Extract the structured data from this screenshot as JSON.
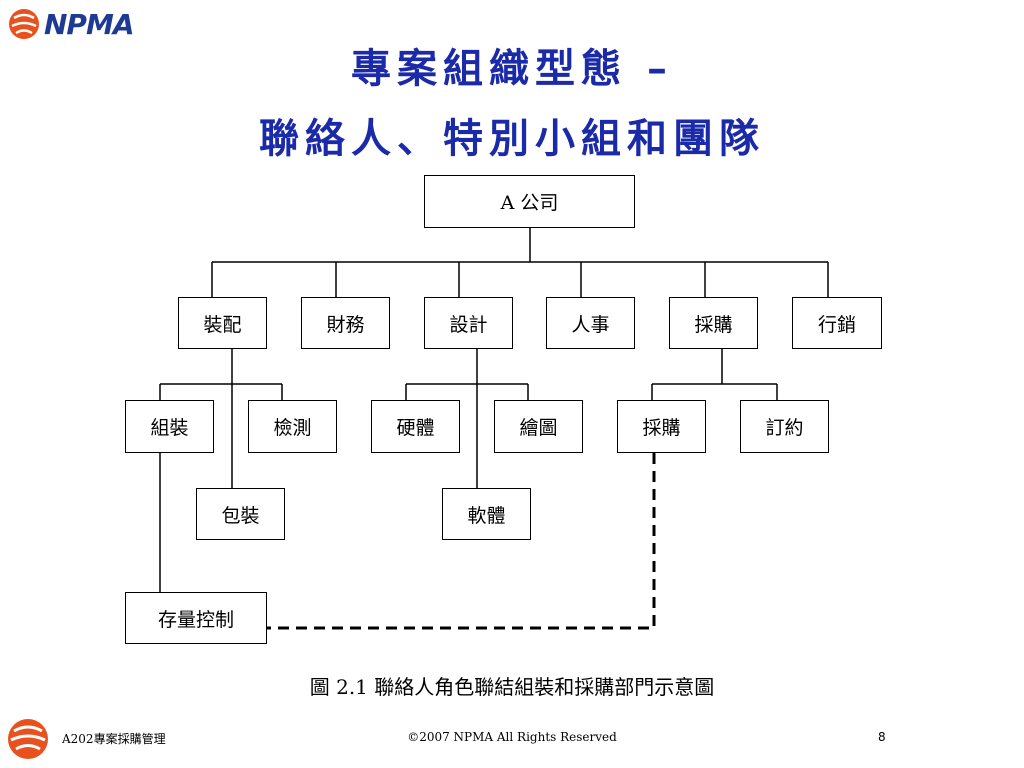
{
  "header": {
    "logo_text": "NPMA",
    "title_line1": "專案組織型態 –",
    "title_line2": "聯絡人、特別小組和團隊"
  },
  "diagram": {
    "root": "A 公司",
    "departments": [
      "裝配",
      "財務",
      "設計",
      "人事",
      "採購",
      "行銷"
    ],
    "assembly_children": [
      "組裝",
      "檢測",
      "包裝",
      "存量控制"
    ],
    "design_children": [
      "硬體",
      "繪圖",
      "軟體"
    ],
    "purchasing_children": [
      "採購",
      "訂約"
    ],
    "caption": "圖 2.1 聯絡人角色聯結組裝和採購部門示意圖"
  },
  "colors": {
    "title": "#1a2aa8",
    "logo_blue": "#1f3a93",
    "logo_orange": "#e8501e"
  },
  "footer": {
    "course": "A202專案採購管理",
    "copyright": "©2007 NPMA  All Rights Reserved",
    "page": "8"
  }
}
